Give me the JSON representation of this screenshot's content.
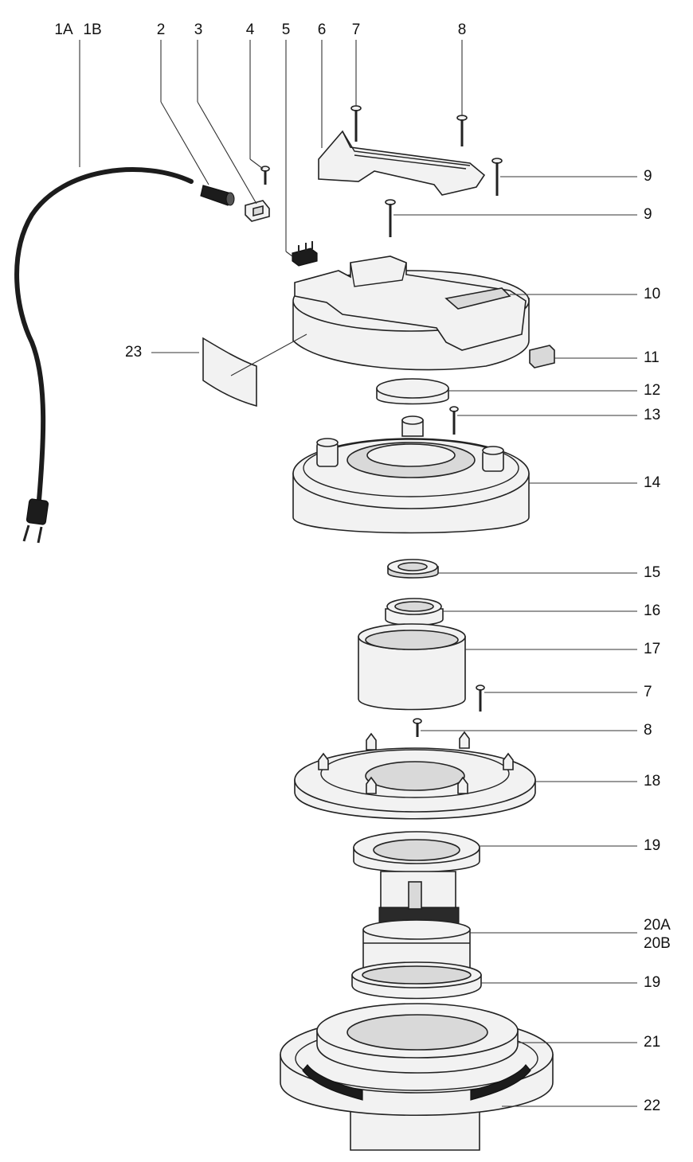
{
  "diagram": {
    "labels_top": [
      "1A",
      "1B",
      "2",
      "3",
      "4",
      "5",
      "6",
      "7",
      "8"
    ],
    "labels_right": [
      "9",
      "9",
      "10",
      "11",
      "12",
      "13",
      "14",
      "15",
      "16",
      "17",
      "7",
      "8",
      "18",
      "19",
      "20A",
      "20B",
      "19",
      "21",
      "22"
    ],
    "labels_left": [
      "23"
    ]
  },
  "colors": {
    "stroke": "#222222",
    "fill": "#f2f2f2",
    "shade": "#d9d9d9",
    "cord": "#1c1c1c"
  }
}
